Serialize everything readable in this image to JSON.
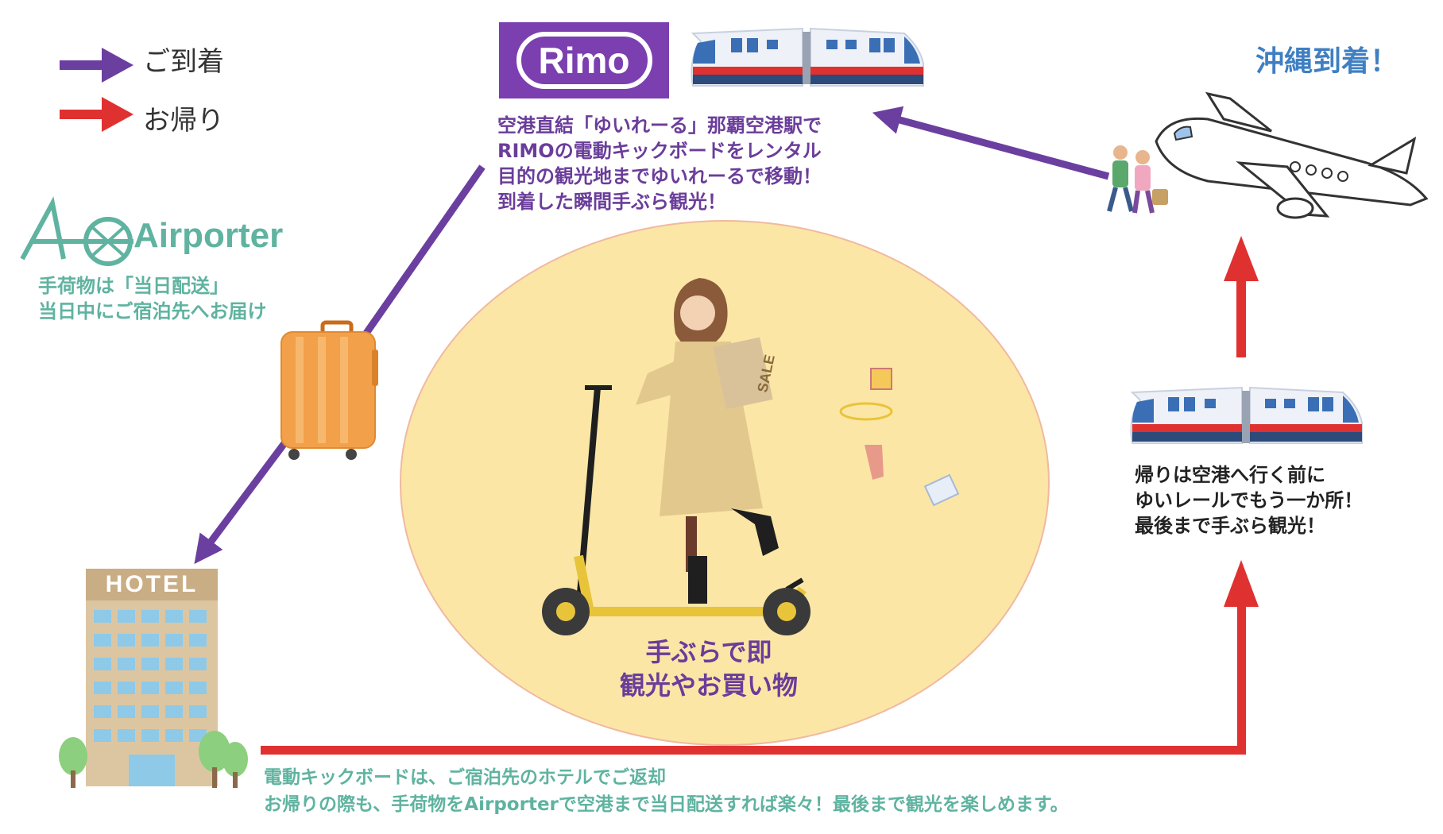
{
  "legend": {
    "arrival_label": "ご到着",
    "return_label": "お帰り",
    "arrival_color": "#6b3fa0",
    "return_color": "#e03131"
  },
  "okinawa": {
    "title": "沖縄到着！"
  },
  "rimo": {
    "logo_text": "Rimo",
    "logo_color": "#7b3fb0",
    "lines": [
      "空港直結「ゆいれーる」那覇空港駅で",
      "RIMOの電動キックボードをレンタル",
      "目的の観光地までゆいれーるで移動！",
      "到着した瞬間手ぶら観光！"
    ]
  },
  "airporter": {
    "logo_text": "Airporter",
    "brand_color": "#5fb3a0",
    "lines": [
      "手荷物は「当日配送」",
      "当日中にご宿泊先へお届け"
    ]
  },
  "center": {
    "lines": [
      "手ぶらで即",
      "観光やお買い物"
    ],
    "bag_label": "SALE"
  },
  "hotel": {
    "sign": "HOTEL"
  },
  "return_note": {
    "lines": [
      "帰りは空港へ行く前に",
      "ゆいレールでもう一か所！",
      "最後まで手ぶら観光！"
    ]
  },
  "bottom_note": {
    "lines": [
      "電動キックボードは、ご宿泊先のホテルでご返却",
      "お帰りの際も、手荷物をAirporterで空港まで当日配送すれば楽々！最後まで観光を楽しめます。"
    ]
  }
}
